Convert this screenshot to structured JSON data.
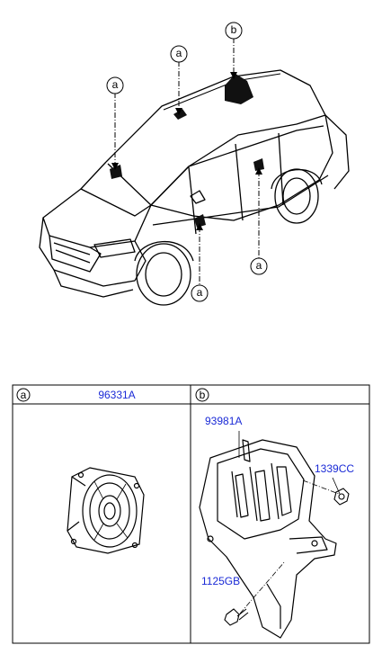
{
  "callouts": {
    "car_top": "b",
    "car_roof_front": "a",
    "car_windshield": "a",
    "car_rear_door": "a",
    "car_front_door": "a"
  },
  "table": {
    "col_a": {
      "callout": "a",
      "part_number": "96331A"
    },
    "col_b": {
      "callout": "b"
    }
  },
  "parts_b": {
    "bracket": "93981A",
    "nut": "1339CC",
    "bolt": "1125GB"
  },
  "colors": {
    "part_number_text": "#1a2ad6",
    "line_art": "#000000"
  },
  "icons": [
    "car-outline",
    "speaker-unit",
    "speaker-bracket",
    "flange-nut",
    "hex-bolt"
  ]
}
